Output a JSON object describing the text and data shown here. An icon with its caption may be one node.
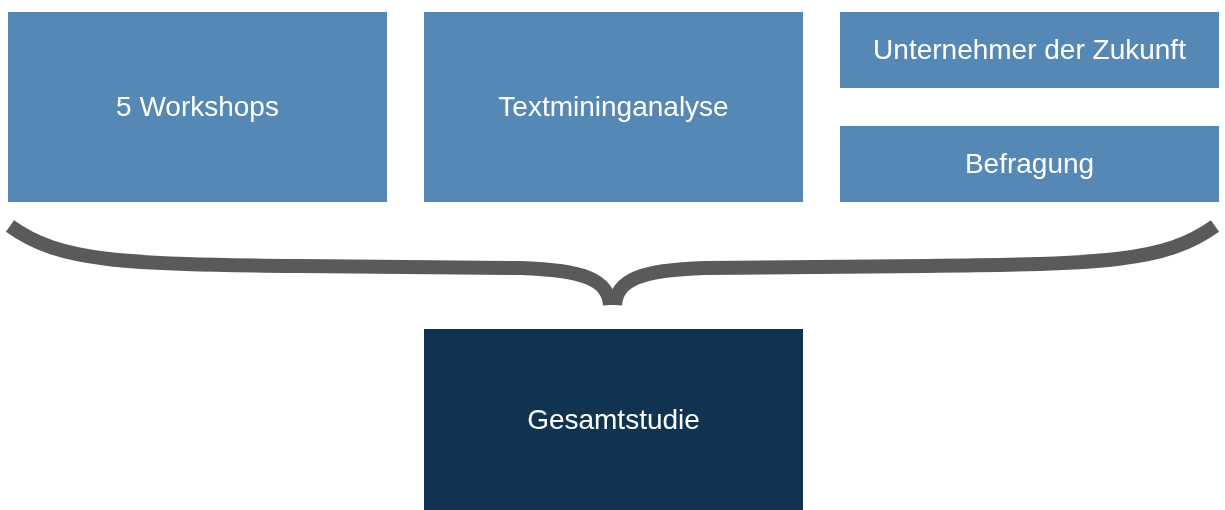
{
  "diagram": {
    "nodes": [
      {
        "text": [
          "5 Workshops"
        ]
      },
      {
        "text": [
          "Textmininganalyse"
        ]
      },
      {
        "text": [
          "Unternehmer der Zukunft"
        ]
      },
      {
        "text": [
          "Befragung"
        ]
      },
      {
        "text": [
          "Gesamtstudie"
        ]
      }
    ]
  }
}
